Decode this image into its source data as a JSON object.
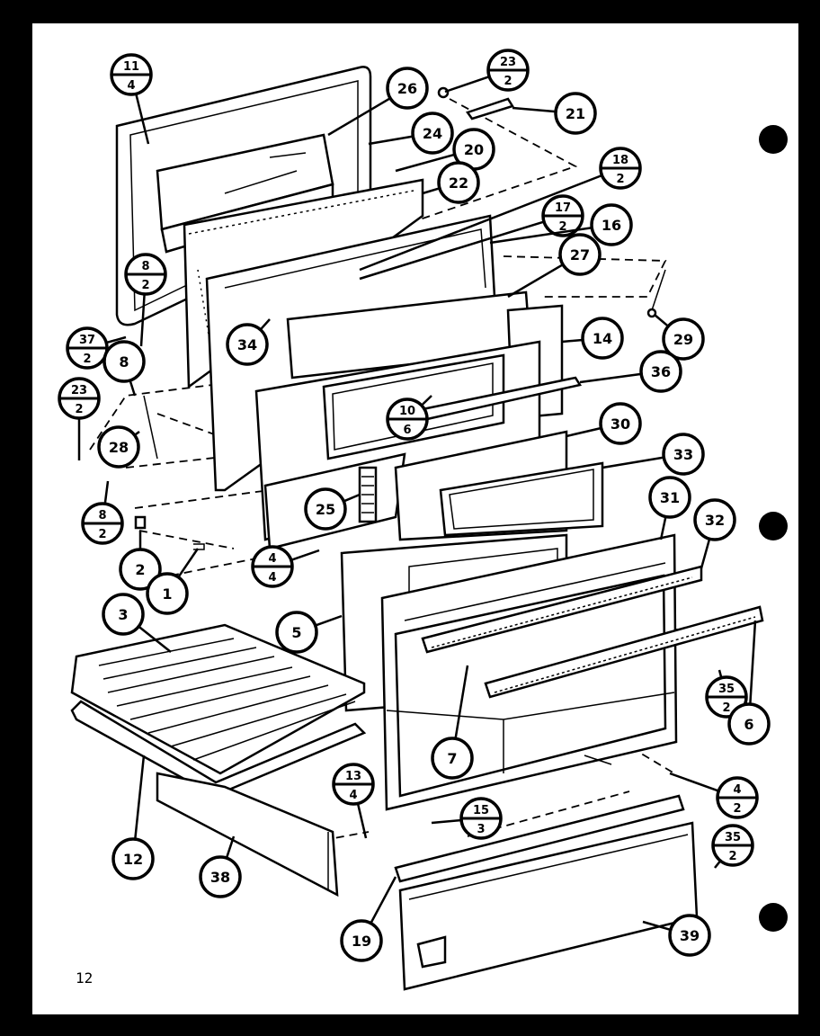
{
  "page_number": "12",
  "callouts": [
    {
      "ref": "11",
      "qty": "4"
    },
    {
      "ref": "23",
      "qty": "2"
    },
    {
      "ref": "21"
    },
    {
      "ref": "26"
    },
    {
      "ref": "24"
    },
    {
      "ref": "20"
    },
    {
      "ref": "22"
    },
    {
      "ref": "18",
      "qty": "2"
    },
    {
      "ref": "17",
      "qty": "2"
    },
    {
      "ref": "16"
    },
    {
      "ref": "27"
    },
    {
      "ref": "29"
    },
    {
      "ref": "8",
      "qty": "2"
    },
    {
      "ref": "34"
    },
    {
      "ref": "14"
    },
    {
      "ref": "37",
      "qty": "2"
    },
    {
      "ref": "8"
    },
    {
      "ref": "36"
    },
    {
      "ref": "23",
      "qty": "2"
    },
    {
      "ref": "10",
      "qty": "6"
    },
    {
      "ref": "30"
    },
    {
      "ref": "28"
    },
    {
      "ref": "33"
    },
    {
      "ref": "8",
      "qty": "2"
    },
    {
      "ref": "25"
    },
    {
      "ref": "31"
    },
    {
      "ref": "32"
    },
    {
      "ref": "2"
    },
    {
      "ref": "1"
    },
    {
      "ref": "4",
      "qty": "4"
    },
    {
      "ref": "5"
    },
    {
      "ref": "3"
    },
    {
      "ref": "35",
      "qty": "2"
    },
    {
      "ref": "6"
    },
    {
      "ref": "7"
    },
    {
      "ref": "12"
    },
    {
      "ref": "13",
      "qty": "4"
    },
    {
      "ref": "4",
      "qty": "2"
    },
    {
      "ref": "15",
      "qty": "3"
    },
    {
      "ref": "35",
      "qty": "2"
    },
    {
      "ref": "38"
    },
    {
      "ref": "19"
    },
    {
      "ref": "39"
    }
  ],
  "colors": {
    "ink": "#000000",
    "paper": "#ffffff"
  }
}
